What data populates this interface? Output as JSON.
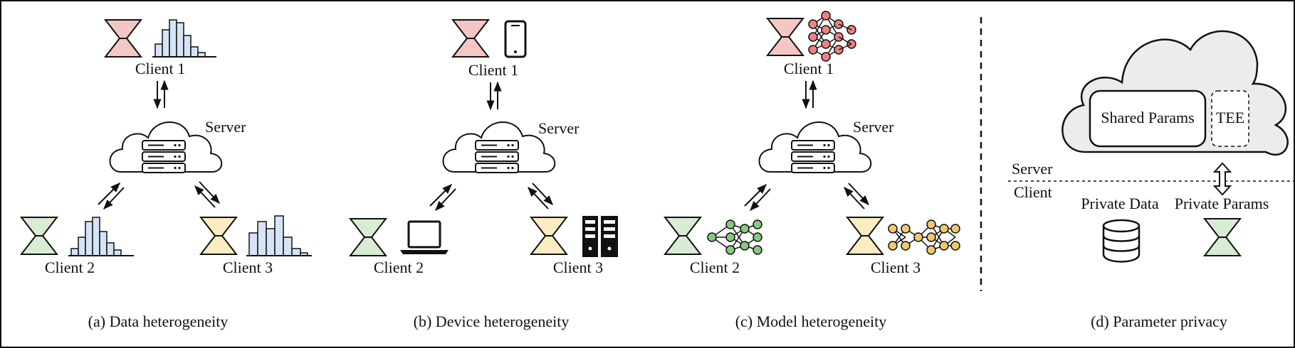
{
  "colors": {
    "client_red": "#f4c6c4",
    "client_green": "#d7ecd2",
    "client_yellow": "#fbecc2",
    "hist_bar": "#d6e4f7",
    "model_red": "#ec8282",
    "model_green": "#86c97f",
    "model_yellow": "#f0c86a",
    "cloud_fill": "#ececec",
    "stroke": "#111111"
  },
  "panels": [
    {
      "caption": "(a) Data heterogeneity",
      "server_label": "Server",
      "clients": [
        {
          "label": "Client 1",
          "color": "client_red",
          "attachment": "histogram"
        },
        {
          "label": "Client 2",
          "color": "client_green",
          "attachment": "histogram"
        },
        {
          "label": "Client 3",
          "color": "client_yellow",
          "attachment": "histogram"
        }
      ]
    },
    {
      "caption": "(b) Device heterogeneity",
      "server_label": "Server",
      "clients": [
        {
          "label": "Client 1",
          "color": "client_red",
          "attachment": "phone-icon"
        },
        {
          "label": "Client 2",
          "color": "client_green",
          "attachment": "laptop-icon"
        },
        {
          "label": "Client 3",
          "color": "client_yellow",
          "attachment": "server-rack-icon"
        }
      ]
    },
    {
      "caption": "(c) Model heterogeneity",
      "server_label": "Server",
      "clients": [
        {
          "label": "Client 1",
          "color": "client_red",
          "attachment": "neural-network-red"
        },
        {
          "label": "Client 2",
          "color": "client_green",
          "attachment": "neural-network-green"
        },
        {
          "label": "Client 3",
          "color": "client_yellow",
          "attachment": "neural-network-yellow"
        }
      ]
    },
    {
      "caption": "(d) Parameter privacy",
      "shared_params": "Shared Params",
      "tee": "TEE",
      "server": "Server",
      "client": "Client",
      "private_data": "Private Data",
      "private_params": "Private Params"
    }
  ]
}
